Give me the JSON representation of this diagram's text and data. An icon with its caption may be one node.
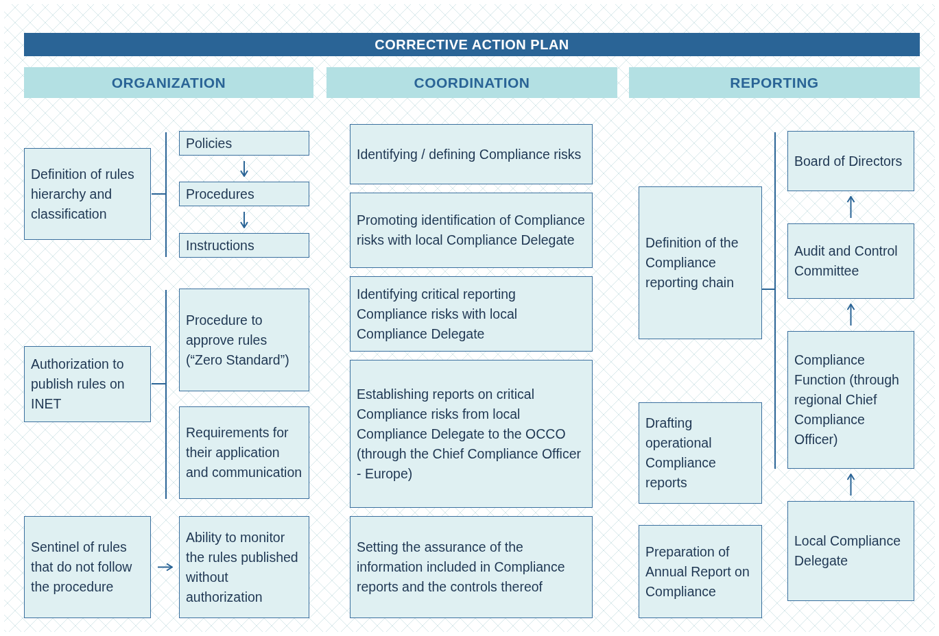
{
  "diagram": {
    "title": "CORRECTIVE ACTION PLAN",
    "nodes": [
      {
        "text": [
          "ORGANIZATION"
        ]
      },
      {
        "text": [
          "COORDINATION"
        ]
      },
      {
        "text": [
          "REPORTING"
        ]
      },
      {
        "text": [
          "Definition of rules hierarchy and classification"
        ]
      },
      {
        "text": [
          "Policies"
        ]
      },
      {
        "text": [
          "Procedures"
        ]
      },
      {
        "text": [
          "Instructions"
        ]
      },
      {
        "text": [
          "Authorization to publish rules on INET"
        ]
      },
      {
        "text": [
          "Procedure to approve rules (“Zero Standard”)"
        ]
      },
      {
        "text": [
          "Requirements for their application and communication"
        ]
      },
      {
        "text": [
          "Sentinel of rules that do not follow the procedure"
        ]
      },
      {
        "text": [
          "Ability to monitor the rules published without authorization"
        ]
      },
      {
        "text": [
          "Identifying / defining Compliance risks"
        ]
      },
      {
        "text": [
          "Promoting identification of Compliance risks with local Compliance Delegate"
        ]
      },
      {
        "text": [
          "Identifying critical reporting Compliance risks with local Compliance Delegate"
        ]
      },
      {
        "text": [
          "Establishing reports on critical Compliance risks from local Compliance Delegate to the OCCO (through the Chief Compliance Officer - Europe)"
        ]
      },
      {
        "text": [
          "Setting the assurance of the information included in Compliance reports and the controls thereof"
        ]
      },
      {
        "text": [
          "Definition of the Compliance reporting chain"
        ]
      },
      {
        "text": [
          "Drafting operational Compliance reports"
        ]
      },
      {
        "text": [
          "Preparation of Annual Report on Compliance"
        ]
      },
      {
        "text": [
          "Board of Directors"
        ]
      },
      {
        "text": [
          "Audit and Control Committee"
        ]
      },
      {
        "text": [
          "Compliance Function (through regional Chief Compliance Officer)"
        ]
      },
      {
        "text": [
          "Local Compliance Delegate"
        ]
      }
    ],
    "edges": [
      {
        "from": 4,
        "to": 5,
        "arrow": "to"
      },
      {
        "from": 5,
        "to": 6,
        "arrow": "to"
      },
      {
        "from": 10,
        "to": 11,
        "arrow": "to"
      },
      {
        "from": 23,
        "to": 22,
        "arrow": "to"
      },
      {
        "from": 22,
        "to": 21,
        "arrow": "to"
      },
      {
        "from": 21,
        "to": 20,
        "arrow": "to"
      }
    ]
  }
}
